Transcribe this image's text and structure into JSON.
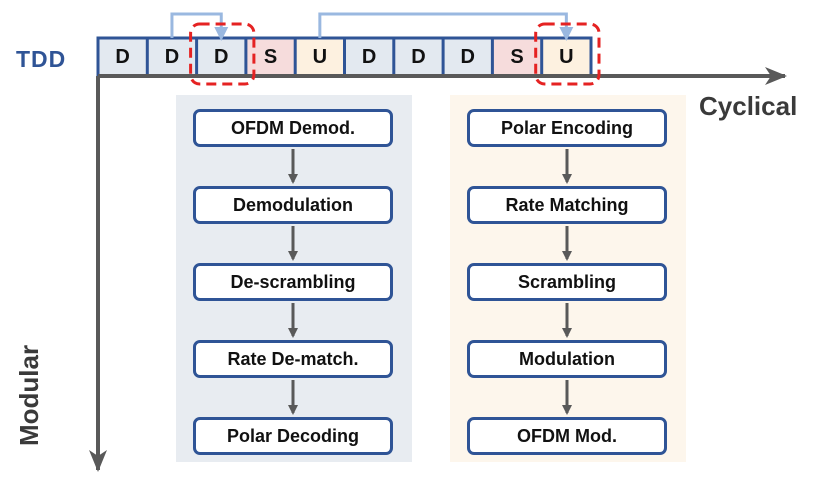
{
  "tdd": {
    "label": "TDD",
    "slots": [
      "D",
      "D",
      "D",
      "S",
      "U",
      "D",
      "D",
      "D",
      "S",
      "U"
    ],
    "highlighted_slot_indices": [
      2,
      9
    ],
    "slot_colors": {
      "D": "#e3e9f0",
      "S": "#f6dcdc",
      "U": "#fdf1e0"
    }
  },
  "axes": {
    "horizontal_label": "Cyclical",
    "vertical_label": "Modular"
  },
  "downlink_chain": [
    "OFDM Demod.",
    "Demodulation",
    "De-scrambling",
    "Rate De-match.",
    "Polar Decoding"
  ],
  "uplink_chain": [
    "Polar Encoding",
    "Rate Matching",
    "Scrambling",
    "Modulation",
    "OFDM Mod."
  ],
  "colors": {
    "border_blue": "#2f5496",
    "arrow_blue": "#9ab8e0",
    "highlight_red": "#e52222",
    "axis_gray": "#595959",
    "downlink_panel": "#e8ecf1",
    "uplink_panel": "#fdf6ec"
  }
}
